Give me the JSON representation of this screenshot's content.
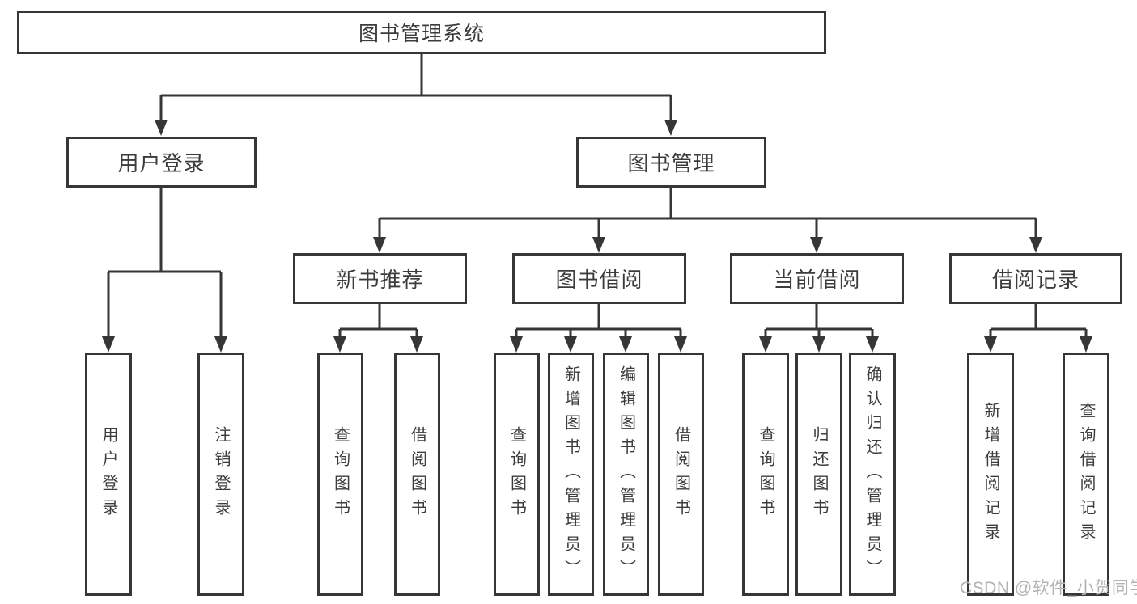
{
  "colors": {
    "line": "#363636",
    "text": "#3c3c3c",
    "watermark": "#b3b3b3",
    "background": "#ffffff"
  },
  "watermark": {
    "text": "CSDN @软件_小贺同学"
  },
  "tree": {
    "root": {
      "label": "图书管理系统"
    },
    "branches": [
      {
        "label": "用户登录",
        "children": [
          {
            "label": "用户登录"
          },
          {
            "label": "注销登录"
          }
        ]
      },
      {
        "label": "图书管理",
        "children": [
          {
            "label": "新书推荐",
            "children": [
              {
                "label": "查询图书"
              },
              {
                "label": "借阅图书"
              }
            ]
          },
          {
            "label": "图书借阅",
            "children": [
              {
                "label": "查询图书"
              },
              {
                "label": "新增图书（管理员）"
              },
              {
                "label": "编辑图书（管理员）"
              },
              {
                "label": "借阅图书"
              }
            ]
          },
          {
            "label": "当前借阅",
            "children": [
              {
                "label": "查询图书"
              },
              {
                "label": "归还图书"
              },
              {
                "label": "确认归还（管理员）"
              }
            ]
          },
          {
            "label": "借阅记录",
            "children": [
              {
                "label": "新增借阅记录"
              },
              {
                "label": "查询借阅记录"
              }
            ]
          }
        ]
      }
    ]
  }
}
